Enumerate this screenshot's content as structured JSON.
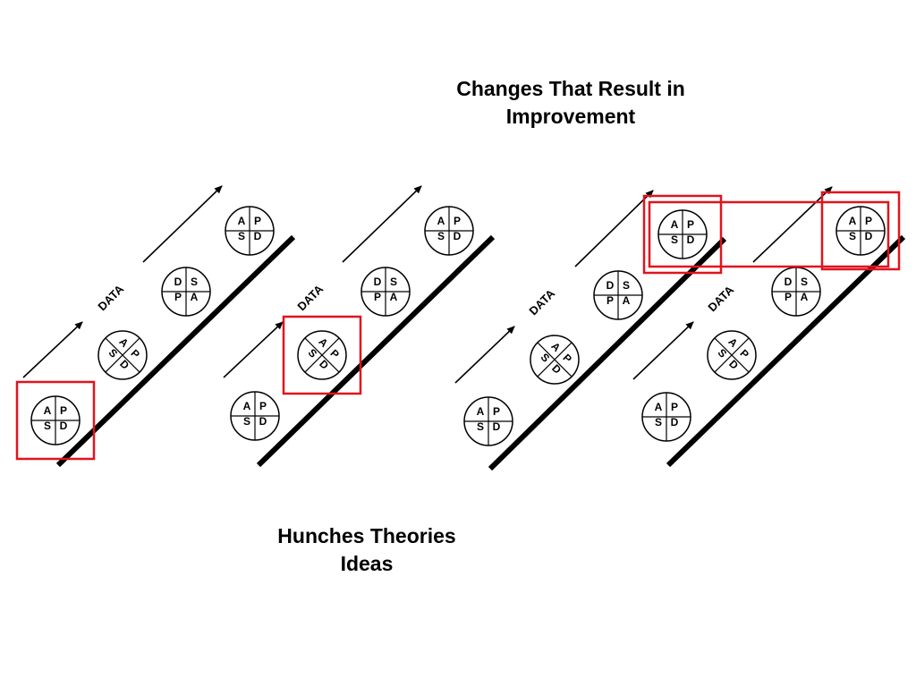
{
  "title_top": {
    "line1": "Changes That Result in",
    "line2": "Improvement"
  },
  "title_bottom": {
    "line1": "Hunches Theories",
    "line2": "Ideas"
  },
  "data_label": "DATA",
  "cycle_letters": {
    "p": "P",
    "d": "D",
    "s": "S",
    "a": "A"
  },
  "ramp_count": 4,
  "cycles_per_ramp": 4,
  "highlighted_cycles": [
    {
      "ramp": 1,
      "cycle": 1
    },
    {
      "ramp": 2,
      "cycle": 2
    },
    {
      "ramp": 3,
      "cycle": 4
    },
    {
      "ramp": 4,
      "cycle": 4
    }
  ],
  "colors": {
    "ink": "#000000",
    "highlight": "#e0141e",
    "background": "#ffffff"
  }
}
